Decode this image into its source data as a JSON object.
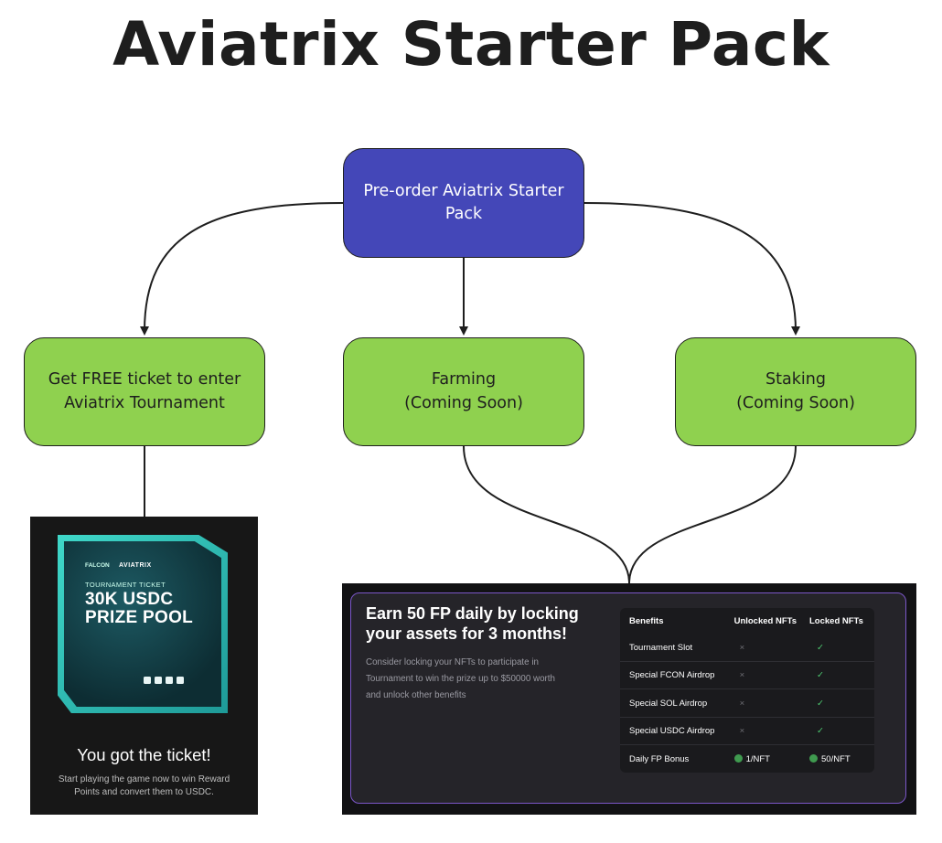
{
  "diagram": {
    "title": "Aviatrix Starter Pack",
    "nodes": {
      "root": {
        "line1": "Pre-order Aviatrix Starter",
        "line2": "Pack"
      },
      "free_ticket": {
        "line1": "Get FREE ticket to enter",
        "line2": "Aviatrix Tournament"
      },
      "farming": {
        "line1": "Farming",
        "line2": "(Coming Soon)"
      },
      "staking": {
        "line1": "Staking",
        "line2": "(Coming Soon)"
      }
    },
    "colors": {
      "root": "#4447b8",
      "leaf": "#8fd14f",
      "stroke": "#1e1e1e"
    }
  },
  "ticket": {
    "brand_left": "FALCON",
    "brand_right": "AVIATRIX",
    "label": "TOURNAMENT TICKET",
    "prize_line1": "30K USDC",
    "prize_line2": "PRIZE POOL",
    "heading": "You got the ticket!",
    "desc_line1": "Start playing the game now to win Reward",
    "desc_line2": "Points and convert them to USDC."
  },
  "farming_panel": {
    "heading_line1": "Earn 50 FP daily by locking",
    "heading_line2": "your assets for 3 months!",
    "desc_line1": "Consider locking your NFTs to participate in",
    "desc_line2": "Tournament to win the prize up to $50000 worth",
    "desc_line3": "and unlock other benefits",
    "table": {
      "headers": [
        "Benefits",
        "Unlocked NFTs",
        "Locked NFTs"
      ],
      "rows": [
        {
          "label": "Tournament Slot",
          "unlocked": "×",
          "locked": "✓"
        },
        {
          "label": "Special FCON Airdrop",
          "unlocked": "×",
          "locked": "✓"
        },
        {
          "label": "Special SOL Airdrop",
          "unlocked": "×",
          "locked": "✓"
        },
        {
          "label": "Special USDC Airdrop",
          "unlocked": "×",
          "locked": "✓"
        },
        {
          "label": "Daily FP Bonus",
          "unlocked": "1/NFT",
          "locked": "50/NFT"
        }
      ]
    }
  }
}
